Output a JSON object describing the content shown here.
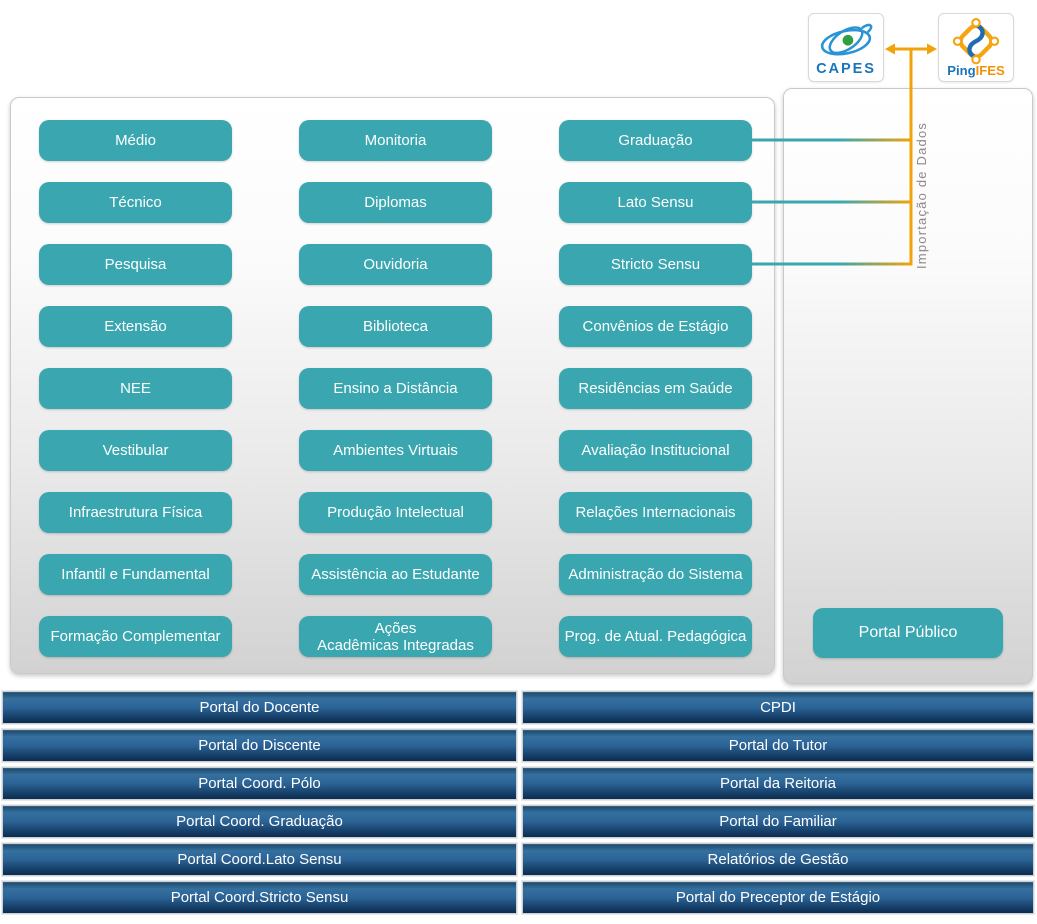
{
  "colors": {
    "teal": "#3aa7b0",
    "orange": "#f0a30a",
    "bar-blue": "#2b6396",
    "capes-blue": "#1b75bb",
    "pingifes-orange": "#f39208"
  },
  "header": {
    "capes_label": "CAPES",
    "pingifes_label_part1": "Ping",
    "pingifes_label_part2": "IFES"
  },
  "import_label": "Importação de Dados",
  "modules": {
    "col1": [
      "Médio",
      "Técnico",
      "Pesquisa",
      "Extensão",
      "NEE",
      "Vestibular",
      "Infraestrutura Física",
      "Infantil e Fundamental",
      "Formação Complementar"
    ],
    "col2": [
      "Monitoria",
      "Diplomas",
      "Ouvidoria",
      "Biblioteca",
      "Ensino a Distância",
      "Ambientes Virtuais",
      "Produção Intelectual",
      "Assistência ao Estudante",
      "Ações\nAcadêmicas Integradas"
    ],
    "col3": [
      "Graduação",
      "Lato Sensu",
      "Stricto Sensu",
      "Convênios de Estágio",
      "Residências em Saúde",
      "Avaliação Institucional",
      "Relações Internacionais",
      "Administração do Sistema",
      "Prog. de Atual. Pedagógica"
    ]
  },
  "portal_publico_label": "Portal Público",
  "portals": {
    "left": [
      "Portal do Docente",
      "Portal do Discente",
      "Portal Coord. Pólo",
      "Portal Coord. Graduação",
      "Portal Coord.Lato Sensu",
      "Portal Coord.Stricto Sensu"
    ],
    "right": [
      "CPDI",
      "Portal do Tutor",
      "Portal da Reitoria",
      "Portal do Familiar",
      "Relatórios de Gestão",
      "Portal do Preceptor de Estágio"
    ]
  }
}
